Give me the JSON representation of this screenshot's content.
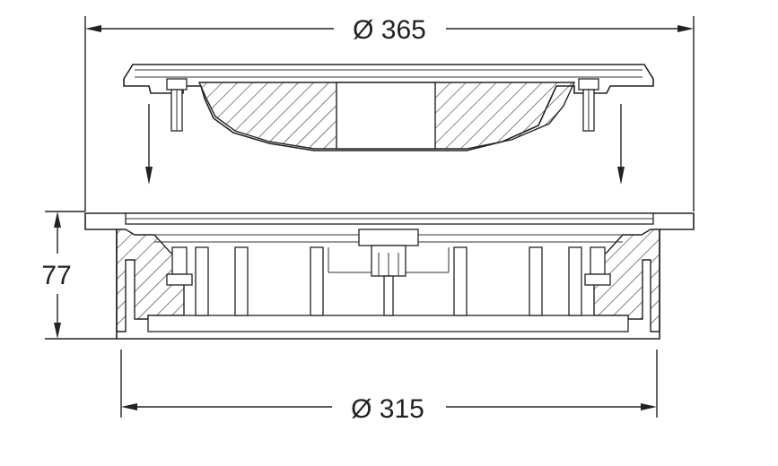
{
  "dimensions": {
    "top_diameter": "Ø 365",
    "height": "77",
    "bottom_diameter": "Ø 315"
  }
}
